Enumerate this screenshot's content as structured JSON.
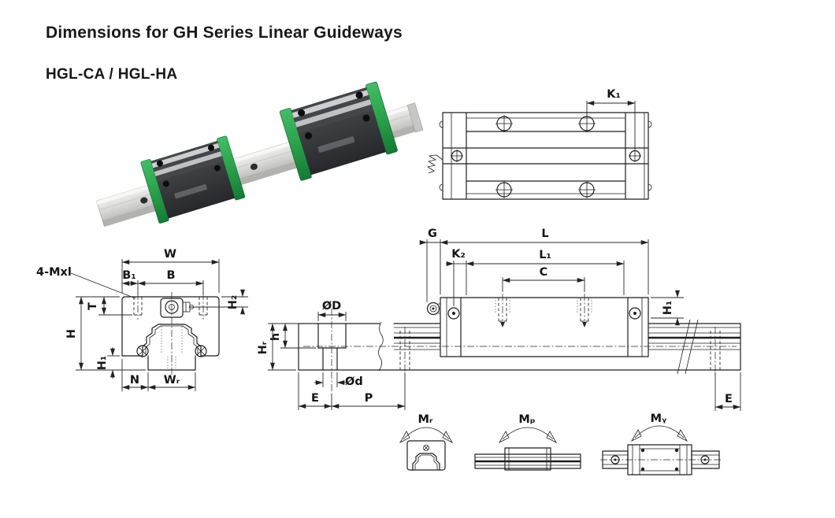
{
  "header": {
    "title": "Dimensions for GH Series Linear Guideways",
    "subtitle": "HGL-CA / HGL-HA"
  },
  "colors": {
    "line": "#1e1e1e",
    "green_seal": "#2aa14b",
    "block_dark": "#36383c",
    "rail_silver": "#d9d9d7"
  },
  "top_view": {
    "k1": "K₁"
  },
  "cross_section": {
    "screw_callout": "4-Mxl",
    "w": "W",
    "b1": "B₁",
    "b": "B",
    "t": "T",
    "h": "H",
    "h1": "H₁",
    "h2": "H₂",
    "n": "N",
    "wr": "Wᵣ"
  },
  "rail_section": {
    "dD": "ØD",
    "h": "h",
    "hr": "Hᵣ",
    "dd": "Ød",
    "e": "E",
    "p": "P",
    "e2": "E"
  },
  "side_view": {
    "g": "G",
    "l": "L",
    "k2": "K₂",
    "l1": "L₁",
    "c": "C",
    "h1": "H₁"
  },
  "moments": {
    "mr": "Mᵣ",
    "mp": "Mₚ",
    "my": "Mᵧ"
  }
}
